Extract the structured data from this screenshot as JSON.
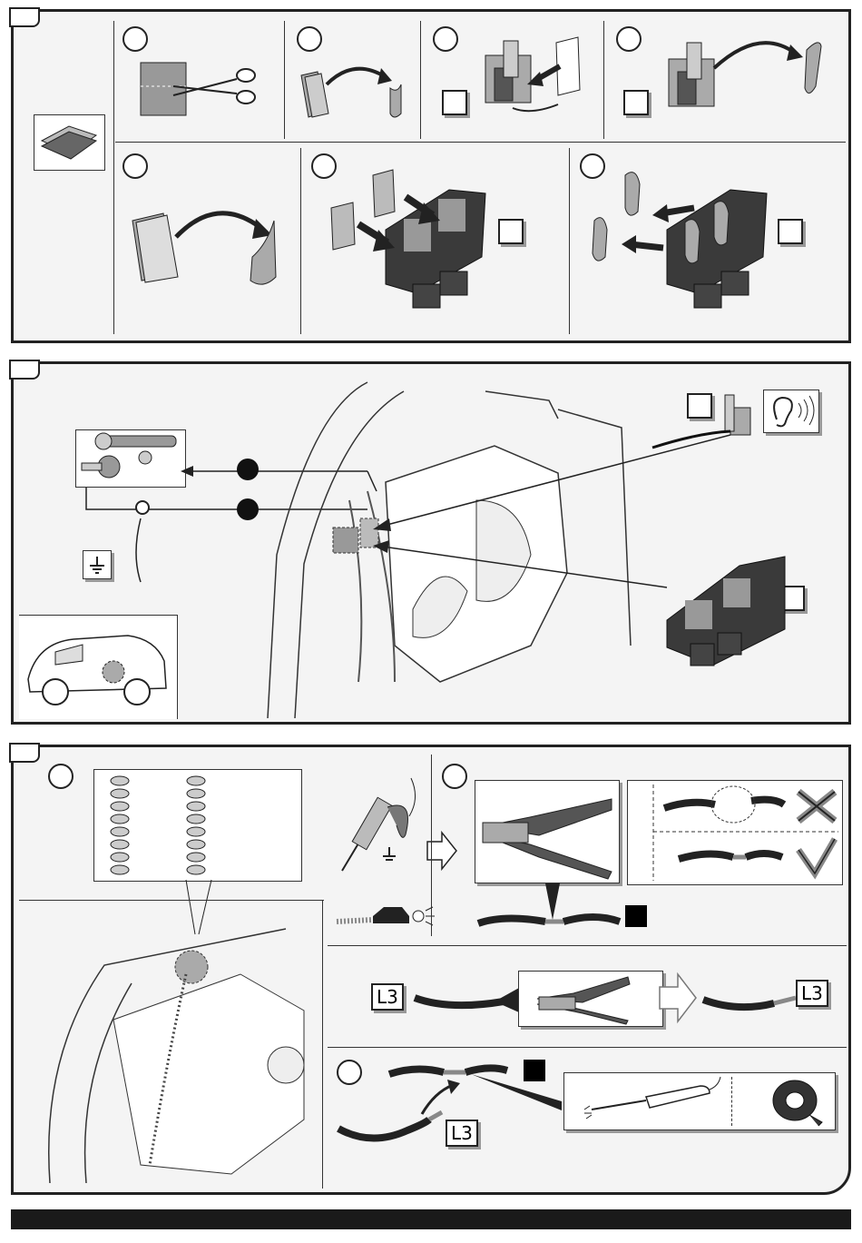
{
  "labels": {
    "wire_label_1": "L3",
    "wire_label_2": "L3",
    "wire_label_3": "L3"
  },
  "colors": {
    "frame": "#222222",
    "panel_bg": "#f4f4f4",
    "module_dark": "#3a3a3a",
    "watermark": "#e6e6e6"
  },
  "icons": {
    "step1": [
      "pads-icon",
      "scissors-icon",
      "peel-film-icon",
      "relay-icon",
      "control-module-icon"
    ],
    "step2": [
      "tool-set-icon",
      "ground-symbol-icon",
      "car-rear-icon",
      "ear-sound-icon",
      "vehicle-interior-icon"
    ],
    "step3": [
      "connector-chart-icon",
      "test-lamp-icon",
      "car-light-icon",
      "crimp-tool-icon",
      "soldering-iron-icon",
      "tape-roll-icon",
      "cross-icon",
      "check-icon"
    ]
  }
}
